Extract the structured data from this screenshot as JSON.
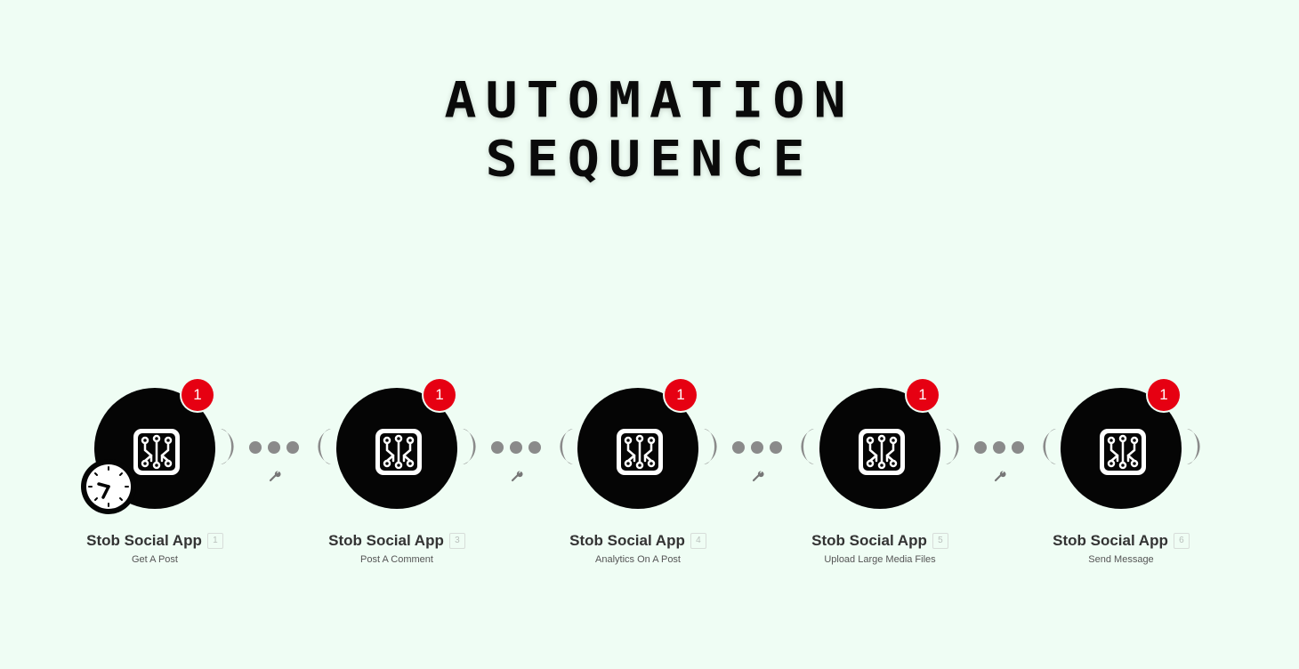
{
  "title": {
    "line1": "AUTOMATION",
    "line2": "SEQUENCE"
  },
  "modules": [
    {
      "app": "Stob Social App",
      "id": "1",
      "action": "Get A Post",
      "badge": "1",
      "trigger": "clock-icon"
    },
    {
      "app": "Stob Social App",
      "id": "3",
      "action": "Post A Comment",
      "badge": "1"
    },
    {
      "app": "Stob Social App",
      "id": "4",
      "action": "Analytics On A Post",
      "badge": "1"
    },
    {
      "app": "Stob Social App",
      "id": "5",
      "action": "Upload Large Media Files",
      "badge": "1"
    },
    {
      "app": "Stob Social App",
      "id": "6",
      "action": "Send Message",
      "badge": "1"
    }
  ],
  "icons": {
    "module": "circuit-board-icon",
    "connector_setting": "wrench-icon",
    "trigger": "clock-icon"
  },
  "colors": {
    "background": "#effdf4",
    "module": "#050505",
    "badge": "#e60012",
    "connector": "#8a8a8a"
  }
}
